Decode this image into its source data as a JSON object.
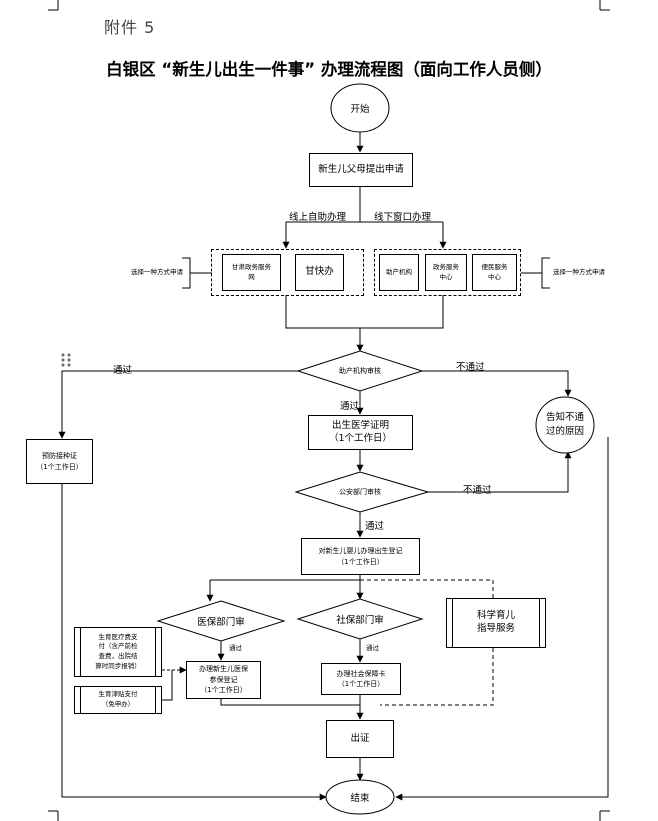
{
  "attachment": "附件 5",
  "title": "白银区 “新生儿出生一件事” 办理流程图（面向工作人员侧）",
  "nodes": {
    "start": "开始",
    "apply": "新生儿父母提出申请",
    "gansu_service_line1": "甘肃政务服务",
    "gansu_service_line2": "网",
    "gansu_kuaiban": "甘快办",
    "midwifery": "助产机构",
    "gov_service": "政务服务\n中心",
    "convenience": "便民服务\n中心",
    "midwifery_review": "助产机构审核",
    "birth_cert": "出生医学证明\n（1个工作日）",
    "vaccination": "预防接种证\n（1个工作日）",
    "notify": "告知不通\n过的原因",
    "police_review": "公安部门审核",
    "household_reg": "对新生儿婴儿办理出生登记\n（1个工作日）",
    "medical_dept": "医保部门审",
    "social_dept": "社保部门审",
    "science_parenting": "科学育儿\n指导服务",
    "medical_expense": "生育医疗费支\n付（含产前检\n查费，出院结\n算时同步报销）",
    "maternity_allowance": "生育津贴支付\n（免申办）",
    "medical_insurance": "办理新生儿医保\n参保登记\n（1个工作日）",
    "social_card": "办理社会保障卡\n（1个工作日）",
    "certificate": "出证",
    "end": "结束"
  },
  "labels": {
    "online": "线上自助办理",
    "offline": "线下窗口办理",
    "choose_left": "选择一种方式申请",
    "choose_right": "选择一种方式申请",
    "pass": "通过",
    "not_pass": "不通过",
    "pass2": "通过",
    "not_pass2": "不通过",
    "pass3": "通过",
    "pass_med": "通过",
    "pass_soc": "通过"
  },
  "icons": {
    "drag_handle": "drag-handle-icon"
  }
}
